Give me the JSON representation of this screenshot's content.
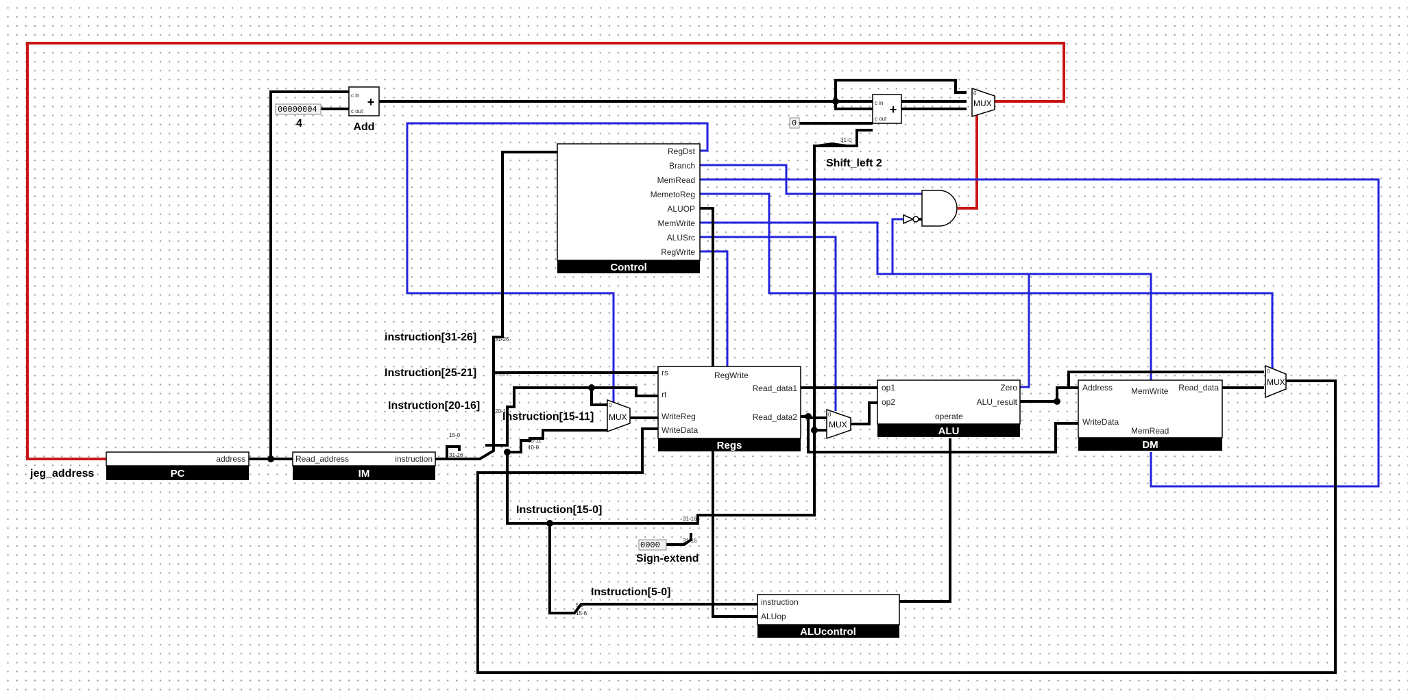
{
  "components": {
    "pc": {
      "label": "PC",
      "port_address": "address"
    },
    "im": {
      "label": "IM",
      "port_read_address": "Read_address",
      "port_instruction": "instruction"
    },
    "control": {
      "label": "Control",
      "outputs": [
        "RegDst",
        "Branch",
        "MemRead",
        "MemetoReg",
        "ALUOP",
        "MemWrite",
        "ALUSrc",
        "RegWrite"
      ]
    },
    "regs": {
      "label": "Regs",
      "port_rs": "rs",
      "port_rt": "rt",
      "port_writereg": "WriteReg",
      "port_writedata": "WriteData",
      "port_regwrite": "RegWrite",
      "port_read_data1": "Read_data1",
      "port_read_data2": "Read_data2"
    },
    "alu": {
      "label": "ALU",
      "port_op1": "op1",
      "port_op2": "op2",
      "port_operate": "operate",
      "port_zero": "Zero",
      "port_alu_result": "ALU_result"
    },
    "dm": {
      "label": "DM",
      "port_address": "Address",
      "port_memwrite": "MemWrite",
      "port_read_data": "Read_data",
      "port_writedata": "WriteData",
      "port_memread": "MemRead"
    },
    "alucontrol": {
      "label": "ALUcontrol",
      "port_instruction": "instruction",
      "port_aluop": "ALUop"
    },
    "adder1": {
      "label": "Add",
      "symbol": "+",
      "port_cin": "c in",
      "port_cout": "c out"
    },
    "adder2": {
      "symbol": "+",
      "port_cin": "c in",
      "port_cout": "c out"
    },
    "mux_label": "MUX"
  },
  "constants": {
    "four_value": "00000004",
    "four_label": "4",
    "zero_value": "0",
    "sign_extend_value": "0000"
  },
  "labels": {
    "jeg_address": "jeg_address",
    "shift_left_2": "Shift_left 2",
    "sign_extend": "Sign-extend",
    "instr_31_26": "instruction[31-26]",
    "instr_25_21": "Instruction[25-21]",
    "instr_20_16": "Instruction[20-16]",
    "instr_15_11": "Instruction[15-11]",
    "instr_15_0": "Instruction[15-0]",
    "instr_5_0": "Instruction[5-0]"
  },
  "colors": {
    "wire": "#000000",
    "control_wire": "#2222dd",
    "jump_wire": "#c81616"
  }
}
